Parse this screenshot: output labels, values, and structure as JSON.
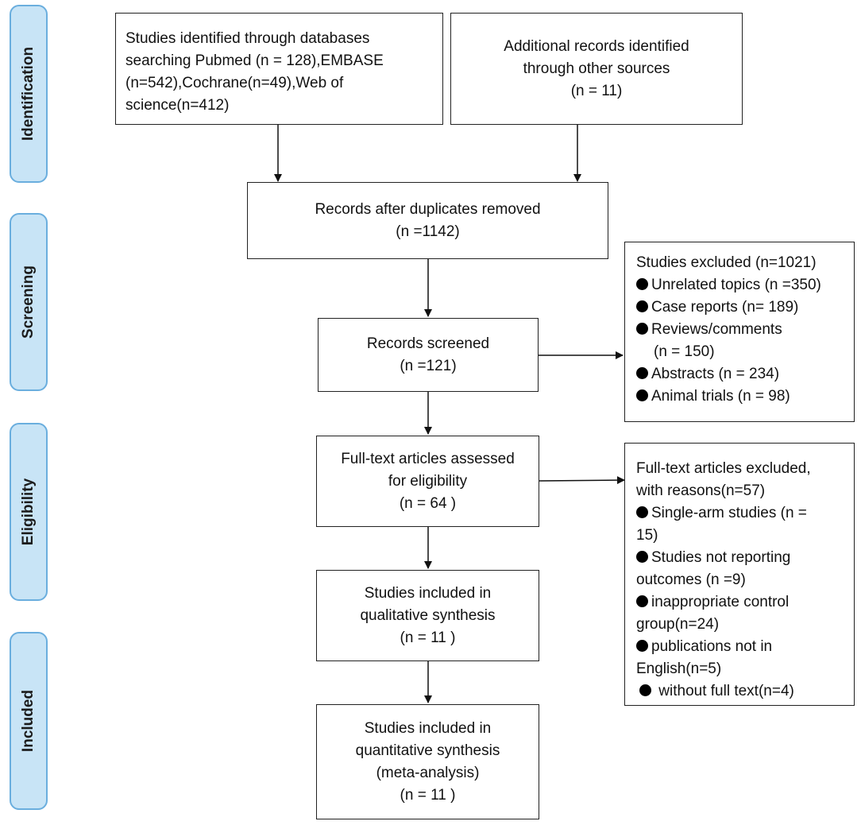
{
  "phases": [
    {
      "label": "Identification"
    },
    {
      "label": "Screening"
    },
    {
      "label": "Eligibility"
    },
    {
      "label": "Included"
    }
  ],
  "identification": {
    "databases": [
      "Studies identified through databases",
      "searching  Pubmed (n = 128),EMBASE",
      "(n=542),Cochrane(n=49),Web of",
      "science(n=412)"
    ],
    "other_sources": [
      "Additional records identified",
      "through other sources",
      "(n = 11)"
    ]
  },
  "screening": {
    "duplicates_removed": [
      "Records after duplicates removed",
      "(n =1142)"
    ],
    "records_screened": [
      "Records screened",
      "(n =121)"
    ],
    "excluded": {
      "title": "Studies excluded (n=1021)",
      "items": [
        "Unrelated topics (n =350)",
        "Case reports (n= 189)",
        "Reviews/comments",
        "(n = 150)",
        "Abstracts (n = 234)",
        "Animal trials (n = 98)"
      ]
    }
  },
  "eligibility": {
    "fulltext_assessed": [
      "Full-text articles assessed",
      "for eligibility",
      "(n = 64 )"
    ],
    "excluded": {
      "title": [
        "Full-text articles excluded,",
        "with reasons(n=57)"
      ],
      "items": [
        "Single-arm studies (n =",
        "15)",
        "Studies not reporting",
        "outcomes (n =9)",
        "inappropriate control",
        "group(n=24)",
        "publications not in",
        "English(n=5)",
        " without full text(n=4)"
      ]
    }
  },
  "included": {
    "qualitative": [
      "Studies included in",
      "qualitative synthesis",
      "(n = 11 )"
    ],
    "quantitative": [
      "Studies included in",
      "quantitative synthesis",
      "(meta-analysis)",
      "(n = 11 )"
    ]
  }
}
